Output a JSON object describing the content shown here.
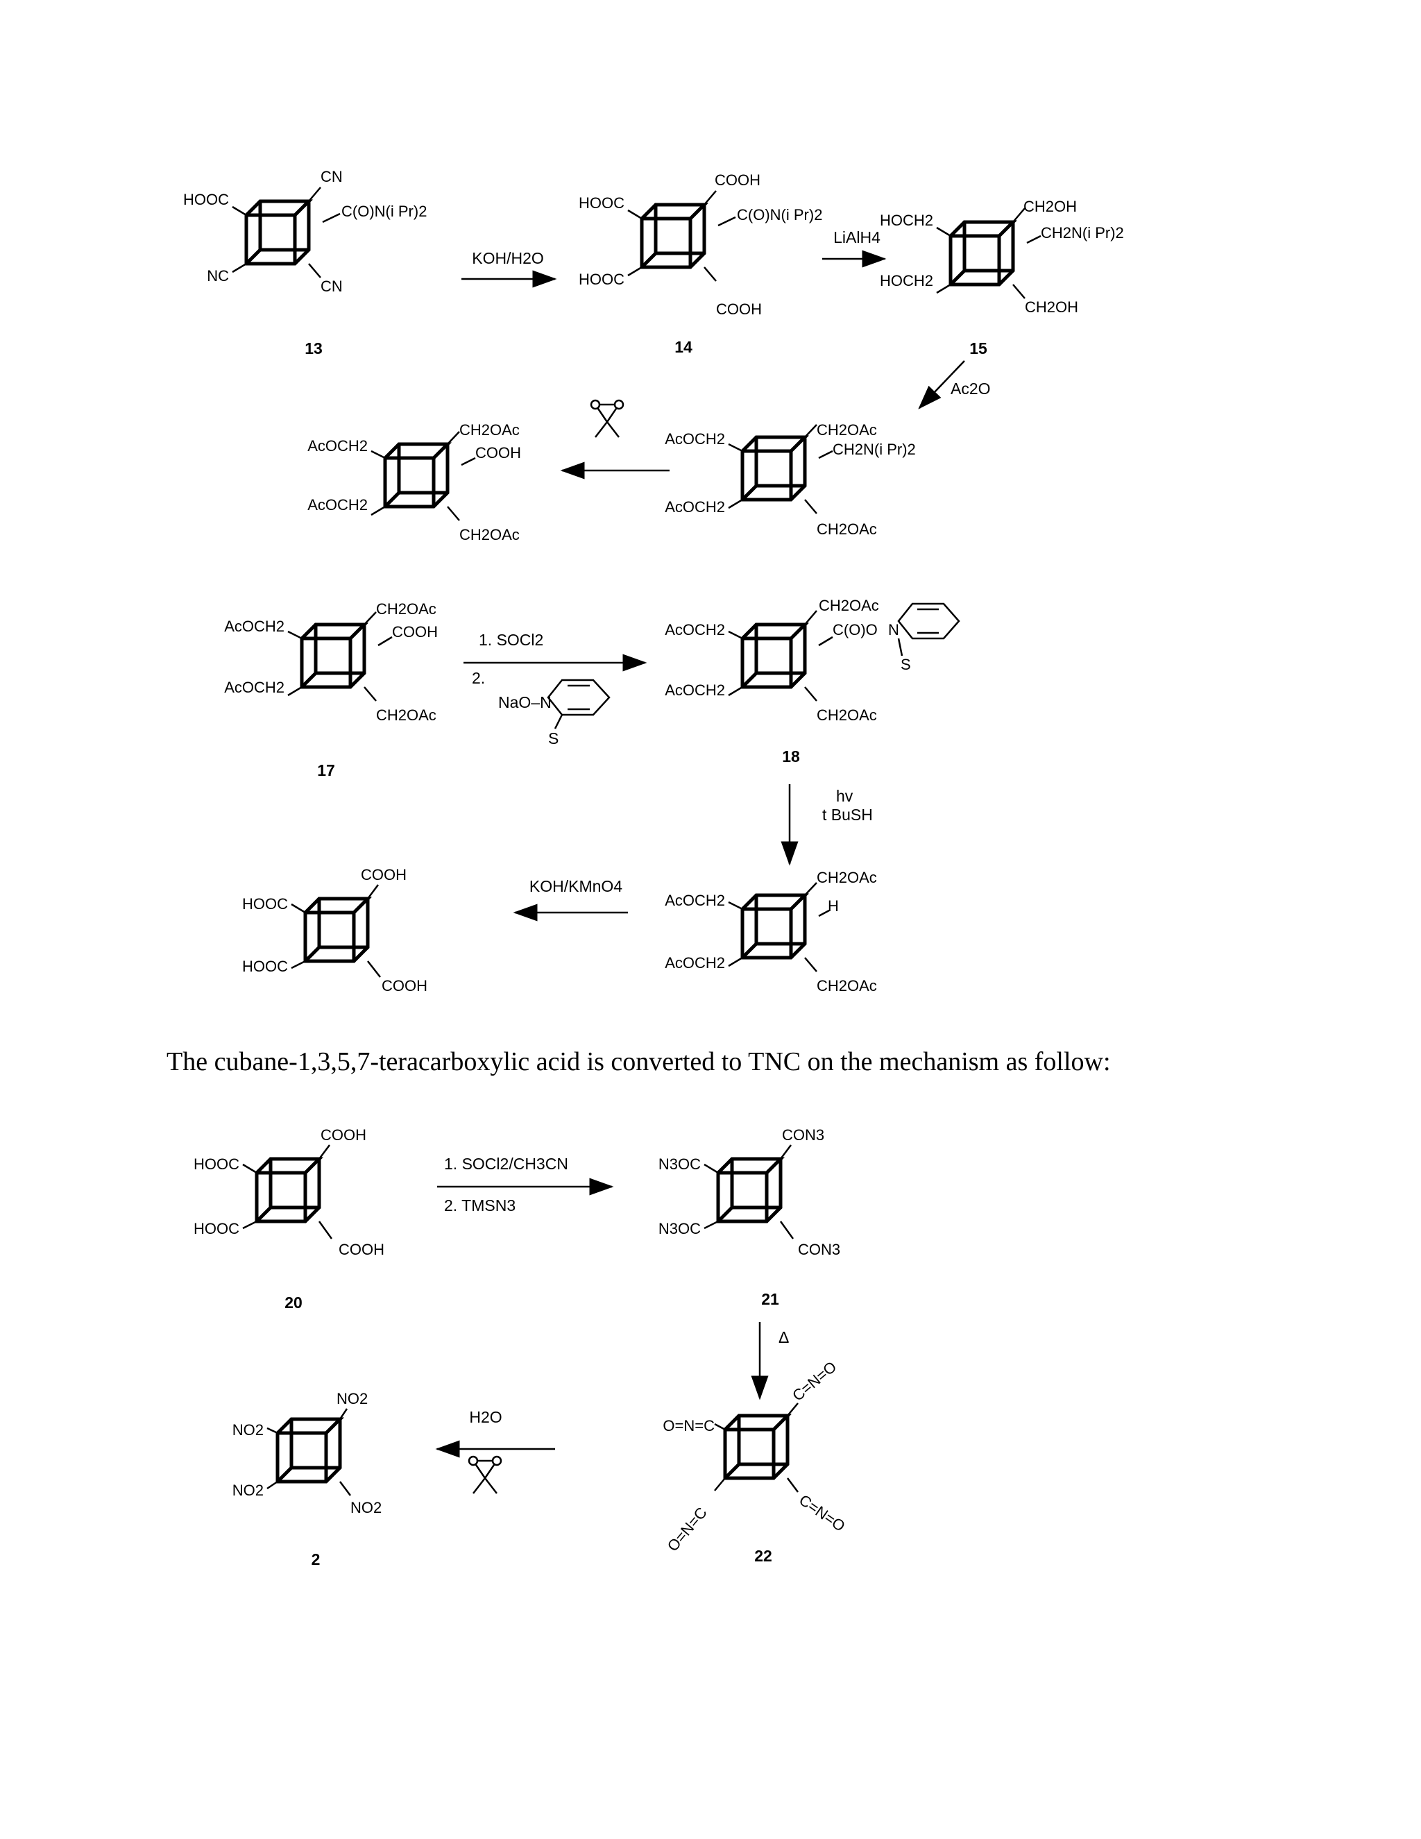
{
  "compounds": {
    "c13": {
      "number": "13",
      "tl": "HOOC",
      "bl": "NC",
      "tr1": "CN",
      "tr2": "C(O)N(i Pr)2",
      "br": "CN"
    },
    "c14": {
      "number": "14",
      "tl": "HOOC",
      "bl": "HOOC",
      "tr1": "COOH",
      "tr2": "C(O)N(i Pr)2",
      "br": "COOH"
    },
    "c15": {
      "number": "15",
      "tl": "HOCH2",
      "bl": "HOCH2",
      "tr1": "CH2OH",
      "tr2": "CH2N(i Pr)2",
      "br": "CH2OH"
    },
    "c16": {
      "tl": "AcOCH2",
      "bl": "AcOCH2",
      "tr1": "CH2OAc",
      "tr2": "CH2N(i Pr)2",
      "br": "CH2OAc"
    },
    "c17top": {
      "tl": "AcOCH2",
      "bl": "AcOCH2",
      "tr1": "CH2OAc",
      "tr2": "COOH",
      "br": "CH2OAc"
    },
    "c17": {
      "number": "17",
      "tl": "AcOCH2",
      "bl": "AcOCH2",
      "tr1": "CH2OAc",
      "tr2": "COOH",
      "br": "CH2OAc"
    },
    "c18": {
      "number": "18",
      "tl": "AcOCH2",
      "bl": "AcOCH2",
      "tr1": "CH2OAc",
      "tr2": "C(O)O",
      "br": "CH2OAc",
      "ring_n": "N",
      "ring_s": "S"
    },
    "c19": {
      "tl": "AcOCH2",
      "bl": "AcOCH2",
      "tr1": "CH2OAc",
      "tr2": "H",
      "br": "CH2OAc"
    },
    "cacid": {
      "tl": "HOOC",
      "bl": "HOOC",
      "tr1": "COOH",
      "br": "COOH"
    },
    "c20": {
      "number": "20",
      "tl": "HOOC",
      "bl": "HOOC",
      "tr1": "COOH",
      "br": "COOH"
    },
    "c21": {
      "number": "21",
      "tl": "N3OC",
      "bl": "N3OC",
      "tr1": "CON3",
      "br": "CON3"
    },
    "c22": {
      "number": "22",
      "tl": "O=N=C",
      "bl": "O=N=C",
      "tr1": "C=N=O",
      "br": "C=N=O"
    },
    "c2": {
      "number": "2",
      "tl": "NO2",
      "bl": "NO2",
      "tr1": "NO2",
      "br": "NO2"
    }
  },
  "reagents": {
    "r1": "KOH/H2O",
    "r2": "LiAlH4",
    "r3": "Ac2O",
    "r5a": "1. SOCl2",
    "r5b": "2.",
    "r5c": "NaO–N",
    "r5d": "S",
    "r6a": "hv",
    "r6b": "t BuSH",
    "r7": "KOH/KMnO4",
    "r8a": "1. SOCl2/CH3CN",
    "r8b": "2. TMSN3",
    "r9": "Δ",
    "r10": "H2O"
  },
  "caption": "The cubane-1,3,5,7-teracarboxylic acid is converted to TNC on the mechanism as follow:"
}
